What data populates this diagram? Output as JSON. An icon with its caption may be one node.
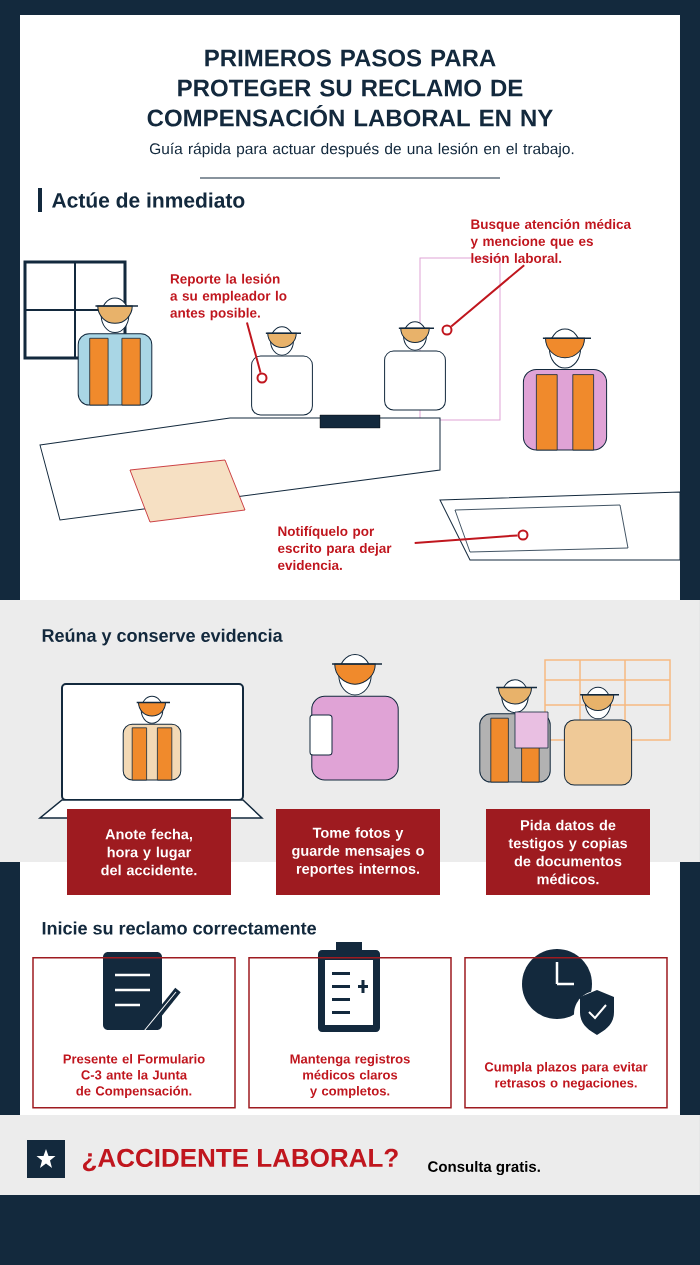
{
  "diagram": {
    "title": "PRIMEROS PASOS PARA PROTEGER SU RECLAMO DE COMPENSACIÓN LABORAL EN NY",
    "nodes": [
      {
        "text": [
          "Reporte la lesión a su empleador lo antes posible."
        ]
      },
      {
        "text": [
          "Busque atención médica y mencione que es lesión laboral."
        ]
      },
      {
        "text": [
          "Notifíquelo por escrito para dejar evidencia."
        ]
      },
      {
        "text": [
          "Anote fecha, hora y lugar del accidente."
        ]
      },
      {
        "text": [
          "Tome fotos y guarde mensajes o reportes internos."
        ]
      },
      {
        "text": [
          "Pida datos de testigos y copias de documentos médicos."
        ]
      },
      {
        "text": [
          "Presente el Formulario C-3 ante la Junta de Compensación."
        ]
      },
      {
        "text": [
          "Mantenga registros médicos claros y completos."
        ]
      },
      {
        "text": [
          "Cumpla plazos para evitar retrasos o negaciones."
        ]
      },
      {
        "text": [],
        "shape": "circle"
      },
      {
        "text": [],
        "shape": "circle"
      },
      {
        "text": [],
        "shape": "circle"
      }
    ],
    "edges": [
      {
        "from": 0,
        "to": 9,
        "arrow": "none"
      },
      {
        "from": 1,
        "to": 10,
        "arrow": "none"
      },
      {
        "from": 2,
        "to": 11,
        "arrow": "none"
      }
    ],
    "labels": [
      "Guía rápida para actuar después de una lesión en el trabajo.",
      "Actúe de inmediato",
      "Reúna y conserve evidencia",
      "Inicie su reclamo correctamente",
      "¿ACCIDENTE LABORAL?",
      "Consulta gratis."
    ]
  }
}
